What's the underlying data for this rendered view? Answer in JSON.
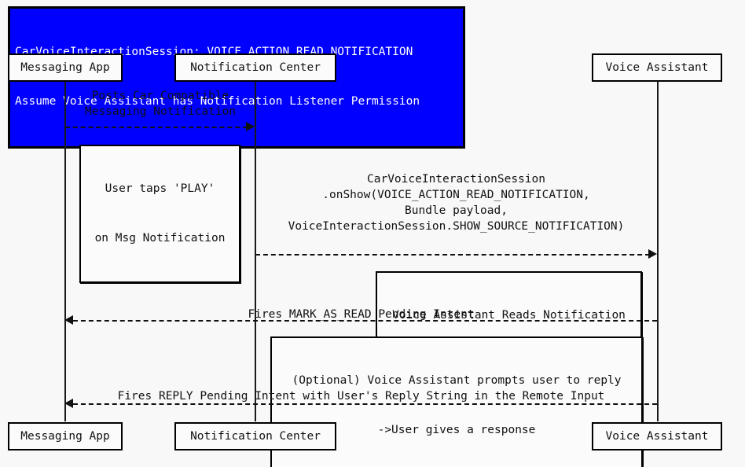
{
  "diagram": {
    "type": "sequence-diagram",
    "background_color": "#f8f8f8",
    "line_color": "#111111"
  },
  "title": {
    "accent_color": "#0000ff",
    "text_color": "#ffffff",
    "line1": "CarVoiceInteractionSession: VOICE_ACTION_READ_NOTIFICATION",
    "line2": "Assume Voice Assistant has Notification Listener Permission"
  },
  "participants": [
    {
      "id": "messaging-app",
      "label": "Messaging App"
    },
    {
      "id": "notification-center",
      "label": "Notification Center"
    },
    {
      "id": "voice-assistant",
      "label": "Voice Assistant"
    }
  ],
  "messages": [
    {
      "id": "posts-notification",
      "from": "messaging-app",
      "to": "notification-center",
      "direction": "right",
      "style": "dashed",
      "label_line1": "Posts Car Compatible",
      "label_line2": "Messaging Notification"
    },
    {
      "id": "on-show",
      "from": "notification-center",
      "to": "voice-assistant",
      "direction": "right",
      "style": "dashed",
      "label_line1": "CarVoiceInteractionSession",
      "label_line2": ".onShow(VOICE_ACTION_READ_NOTIFICATION,",
      "label_line3": "Bundle payload,",
      "label_line4": "VoiceInteractionSession.SHOW_SOURCE_NOTIFICATION)"
    },
    {
      "id": "mark-as-read",
      "from": "voice-assistant",
      "to": "messaging-app",
      "direction": "left",
      "style": "dashed",
      "label_line1": "Fires MARK_AS_READ Pending Intent"
    },
    {
      "id": "reply-intent",
      "from": "voice-assistant",
      "to": "messaging-app",
      "direction": "left",
      "style": "dashed",
      "label_line1": "Fires REPLY Pending Intent with User's Reply String in the Remote Input"
    }
  ],
  "notes": [
    {
      "id": "user-taps-play",
      "line1": "User taps 'PLAY'",
      "line2": "on Msg Notification"
    },
    {
      "id": "reads-notification",
      "line1": "Voice Assistant Reads Notification"
    },
    {
      "id": "optional-reply-prompt",
      "line1": "(Optional) Voice Assistant prompts user to reply",
      "line2": "->User gives a response"
    }
  ]
}
